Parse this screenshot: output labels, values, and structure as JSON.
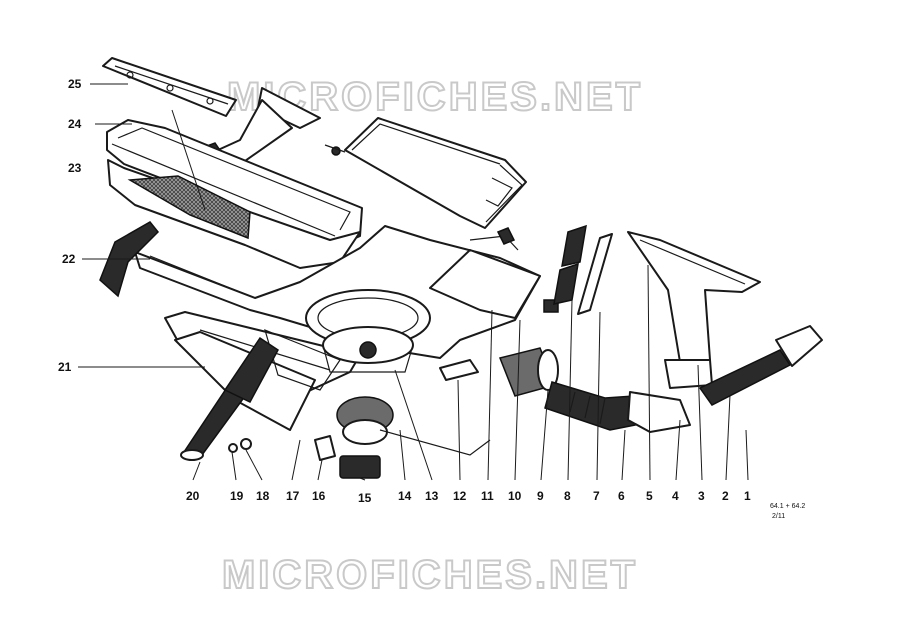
{
  "watermark": {
    "top": "MICROFICHES.NET",
    "bottom": "MICROFICHES.NET"
  },
  "reference": {
    "line1": "64.1 + 64.2",
    "line2": "2/11"
  },
  "callouts": {
    "c1": "1",
    "c2": "2",
    "c3": "3",
    "c4": "4",
    "c5": "5",
    "c6": "6",
    "c7": "7",
    "c8": "8",
    "c9": "9",
    "c10": "10",
    "c11": "11",
    "c12": "12",
    "c13": "13",
    "c14": "14",
    "c15": "15",
    "c16": "16",
    "c17": "17",
    "c18": "18",
    "c19": "19",
    "c20": "20",
    "c21": "21",
    "c22": "22",
    "c23": "23",
    "c24": "24",
    "c25": "25"
  }
}
